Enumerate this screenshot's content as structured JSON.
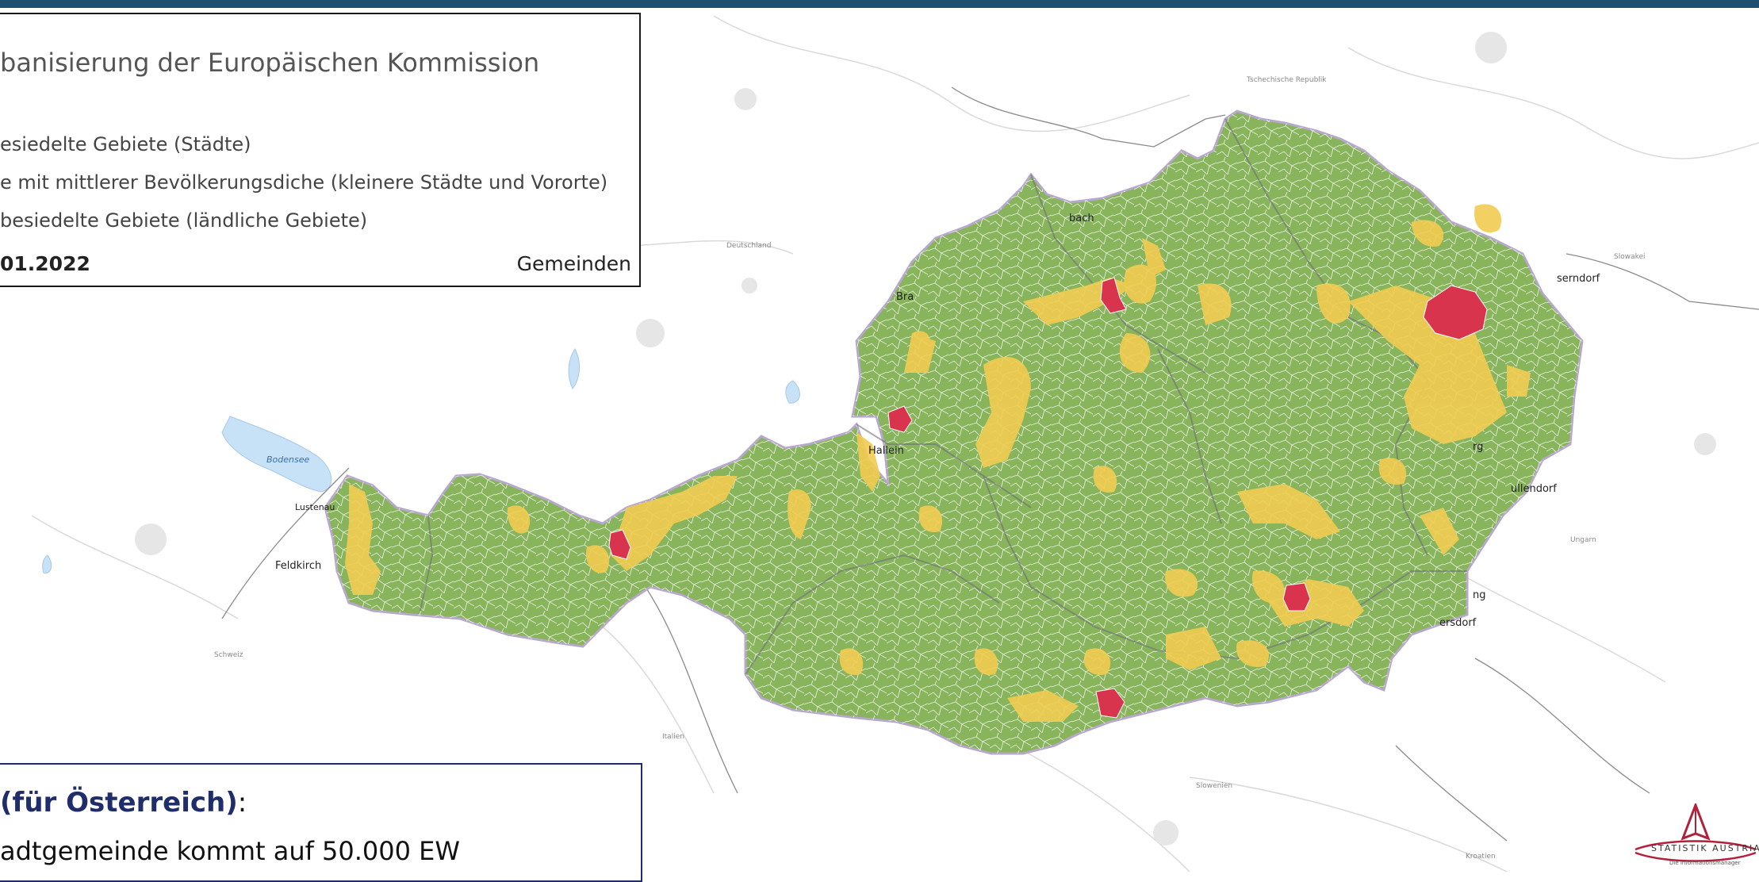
{
  "legend": {
    "title": "banisierung der Europäischen Kommission",
    "items": [
      {
        "label": "esiedelte Gebiete (Städte)",
        "color": "#d9344e"
      },
      {
        "label": "e mit mittlerer Bevölkerungsdiche (kleinere Städte und Vororte)",
        "color": "#f2cc52"
      },
      {
        "label": "besiedelte Gebiete (ländliche Gebiete)",
        "color": "#88b45c"
      }
    ],
    "date": "01.2022",
    "level": "Gemeinden"
  },
  "info": {
    "heading": "(für Österreich)",
    "colon": ":",
    "text": "adtgemeinde kommt auf 50.000 EW"
  },
  "map": {
    "countries": [
      {
        "name": "Tschechische Republik"
      },
      {
        "name": "Deutschland"
      },
      {
        "name": "Slowakei"
      },
      {
        "name": "Ungarn"
      },
      {
        "name": "Slowenien"
      },
      {
        "name": "Italien"
      },
      {
        "name": "Schweiz"
      },
      {
        "name": "Kroatien"
      }
    ],
    "places": [
      {
        "name": "Hallein"
      },
      {
        "name": "Feldkirch"
      },
      {
        "name": "Lustenau"
      },
      {
        "name": "Bodensee"
      },
      {
        "name": "serndorf"
      },
      {
        "name": "ullendorf"
      },
      {
        "name": "ersdorf"
      },
      {
        "name": "Bra"
      },
      {
        "name": "bach"
      },
      {
        "name": "rg"
      },
      {
        "name": "ng"
      }
    ]
  },
  "logo": {
    "text": "STATISTIK AUSTRIA",
    "subtitle": "Die Informationsmanager"
  }
}
